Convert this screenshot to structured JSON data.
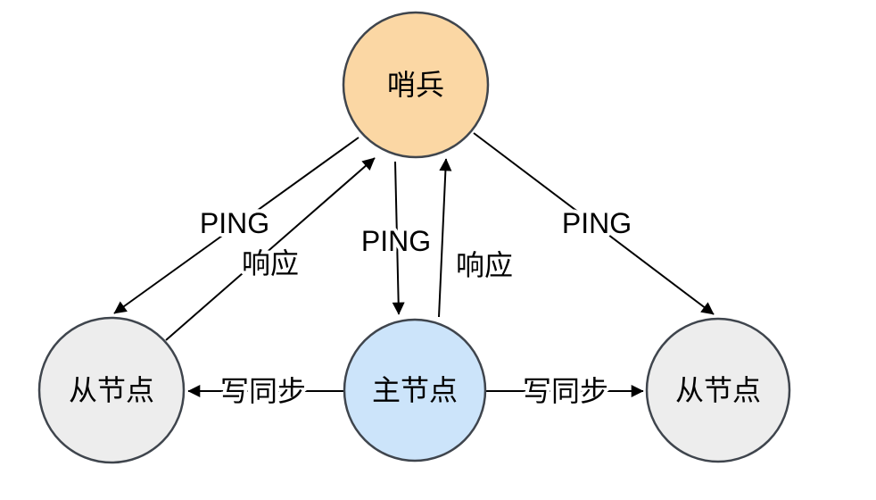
{
  "diagram": {
    "kind": "redis-sentinel-topology",
    "background": "#ffffff",
    "nodes": [
      {
        "id": "sentinel",
        "label": "哨兵",
        "fill": "#fbd7a4",
        "role": "sentinel"
      },
      {
        "id": "slave-left",
        "label": "从节点",
        "fill": "#ededed",
        "role": "slave"
      },
      {
        "id": "master",
        "label": "主节点",
        "fill": "#cce4fa",
        "role": "master"
      },
      {
        "id": "slave-right",
        "label": "从节点",
        "fill": "#ededed",
        "role": "slave"
      }
    ],
    "edges": [
      {
        "from": "sentinel",
        "to": "slave-left",
        "label": "PING"
      },
      {
        "from": "slave-left",
        "to": "sentinel",
        "label": "响应"
      },
      {
        "from": "sentinel",
        "to": "master",
        "label": "PING"
      },
      {
        "from": "master",
        "to": "sentinel",
        "label": "响应"
      },
      {
        "from": "sentinel",
        "to": "slave-right",
        "label": "PING"
      },
      {
        "from": "master",
        "to": "slave-left",
        "label": "写同步"
      },
      {
        "from": "master",
        "to": "slave-right",
        "label": "写同步"
      }
    ],
    "colors": {
      "node_border": "#3f454d",
      "line": "#000000",
      "text": "#000000",
      "label_halo": "#ffffff",
      "sentinel_fill": "#fbd7a4",
      "master_fill": "#cce4fa",
      "slave_fill": "#ededed"
    }
  }
}
